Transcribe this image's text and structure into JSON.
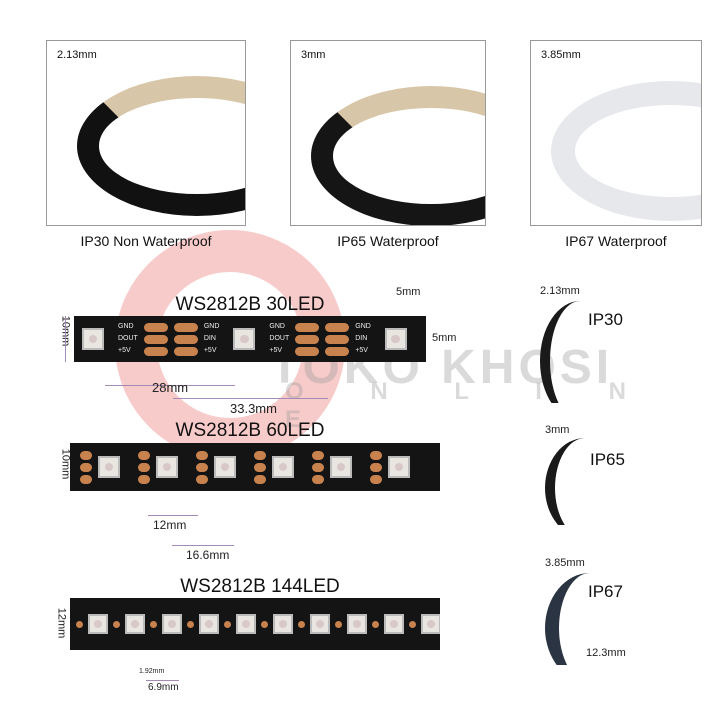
{
  "watermark": {
    "line1": "TOKO KHOSI",
    "line2": "O N L I N E"
  },
  "photos": [
    {
      "dimension": "2.13mm",
      "caption": "IP30 Non Waterproof"
    },
    {
      "dimension": "3mm",
      "caption": "IP65 Waterproof"
    },
    {
      "dimension": "3.85mm",
      "caption": "IP67 Waterproof"
    }
  ],
  "strips": [
    {
      "title": "WS2812B 30LED",
      "width_label": "10mm",
      "led_label": "5mm",
      "led_label2": "5mm",
      "spacing1": "28mm",
      "spacing2": "33.3mm",
      "pads": {
        "gnd": "GND",
        "dout": "DOUT",
        "v5": "+5V",
        "din": "DIN"
      }
    },
    {
      "title": "WS2812B 60LED",
      "width_label": "10mm",
      "spacing1": "12mm",
      "spacing2": "16.6mm"
    },
    {
      "title": "WS2812B 144LED",
      "width_label": "12mm",
      "spacing1": "1.92mm",
      "spacing2": "6.9mm"
    }
  ],
  "side": [
    {
      "dimension": "2.13mm",
      "rating": "IP30"
    },
    {
      "dimension": "3mm",
      "rating": "IP65"
    },
    {
      "dimension": "3.85mm",
      "rating": "IP67",
      "height": "12.3mm"
    }
  ],
  "colors": {
    "strip": "#141414",
    "pad": "#c8824e",
    "dimension_line": "#a58ab5",
    "watermark_gear": "#e64646"
  }
}
